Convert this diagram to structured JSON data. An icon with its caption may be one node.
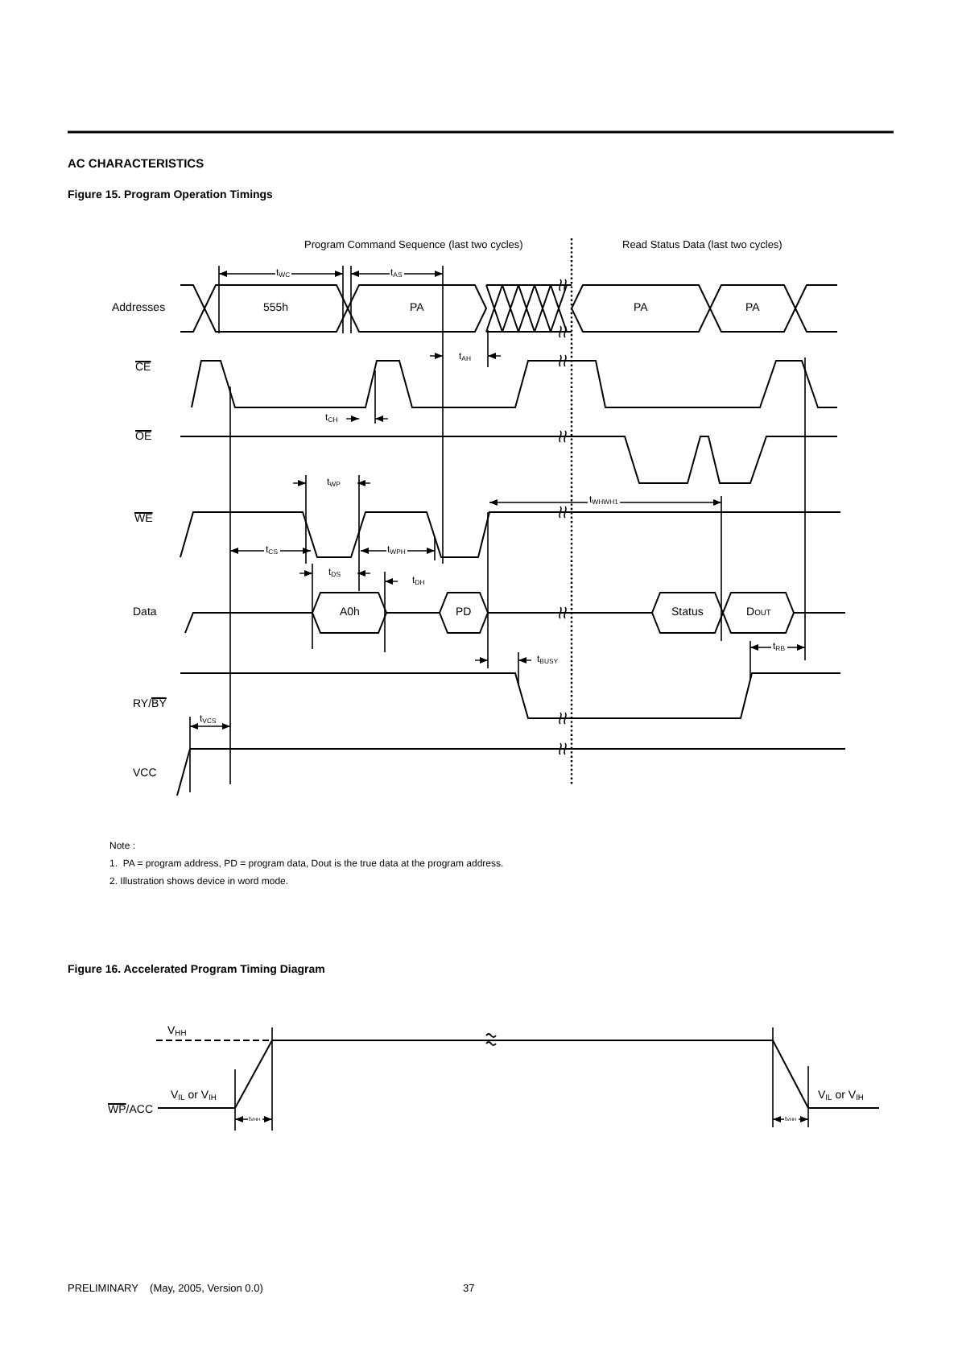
{
  "diagram": {
    "title": "AC CHARACTERISTICS",
    "labels": [
      "Figure 15. Program Operation Timings",
      "Program Command Sequence (last two cycles)",
      "Read Status Data (last two cycles)",
      "Addresses",
      "555h",
      "PA",
      "PA",
      "PA",
      "t$_{WC}$",
      "t$_{AS}$",
      "t$_{AH}$",
      "CE",
      "t$_{CH}$",
      "OE",
      "t$_{WP}$",
      "t$_{WHWH1}$",
      "WE",
      "t$_{CS}$",
      "t$_{WPH}$",
      "t$_{DS}$",
      "t$_{DH}$",
      "Data",
      "A0h",
      "PD",
      "Status",
      "D$_{OUT}$",
      "t$_{BUSY}$",
      "t$_{RB}$",
      "RY/BY",
      "t$_{VCS}$",
      "VCC",
      "Note :",
      "1.  PA = program address, PD = program data, Dout is the true data at the program address.",
      "2. Illustration shows device in word mode.",
      "Figure 16. Accelerated Program Timing Diagram",
      "V$_{HH}$",
      "V$_{IL}$ or V$_{IH}$",
      "WP/ACC",
      "t$_{VHH}$",
      "t$_{VHH}$",
      "V$_{IL}$ or V$_{IH}$",
      "PRELIMINARY    (May, 2005, Version 0.0)",
      "37"
    ]
  }
}
